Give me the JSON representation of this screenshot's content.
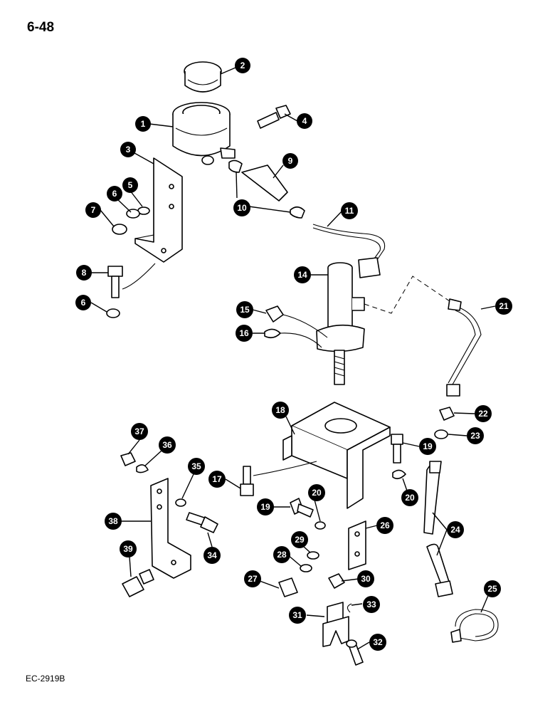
{
  "page": {
    "number": "6-48",
    "code": "EC-2919B"
  },
  "callouts": [
    {
      "id": "c2",
      "label": "2"
    },
    {
      "id": "c1",
      "label": "1"
    },
    {
      "id": "c4",
      "label": "4"
    },
    {
      "id": "c3",
      "label": "3"
    },
    {
      "id": "c9",
      "label": "9"
    },
    {
      "id": "c5",
      "label": "5"
    },
    {
      "id": "c6a",
      "label": "6"
    },
    {
      "id": "c7",
      "label": "7"
    },
    {
      "id": "c10",
      "label": "10"
    },
    {
      "id": "c11",
      "label": "11"
    },
    {
      "id": "c8",
      "label": "8"
    },
    {
      "id": "c14",
      "label": "14"
    },
    {
      "id": "c6b",
      "label": "6"
    },
    {
      "id": "c15",
      "label": "15"
    },
    {
      "id": "c21",
      "label": "21"
    },
    {
      "id": "c16",
      "label": "16"
    },
    {
      "id": "c18",
      "label": "18"
    },
    {
      "id": "c22",
      "label": "22"
    },
    {
      "id": "c37",
      "label": "37"
    },
    {
      "id": "c23",
      "label": "23"
    },
    {
      "id": "c36",
      "label": "36"
    },
    {
      "id": "c19a",
      "label": "19"
    },
    {
      "id": "c35",
      "label": "35"
    },
    {
      "id": "c17",
      "label": "17"
    },
    {
      "id": "c20a",
      "label": "20"
    },
    {
      "id": "c20b",
      "label": "20"
    },
    {
      "id": "c19b",
      "label": "19"
    },
    {
      "id": "c38",
      "label": "38"
    },
    {
      "id": "c26",
      "label": "26"
    },
    {
      "id": "c24",
      "label": "24"
    },
    {
      "id": "c29",
      "label": "29"
    },
    {
      "id": "c34",
      "label": "34"
    },
    {
      "id": "c39",
      "label": "39"
    },
    {
      "id": "c28",
      "label": "28"
    },
    {
      "id": "c27",
      "label": "27"
    },
    {
      "id": "c30",
      "label": "30"
    },
    {
      "id": "c25",
      "label": "25"
    },
    {
      "id": "c33",
      "label": "33"
    },
    {
      "id": "c31",
      "label": "31"
    },
    {
      "id": "c32",
      "label": "32"
    }
  ]
}
